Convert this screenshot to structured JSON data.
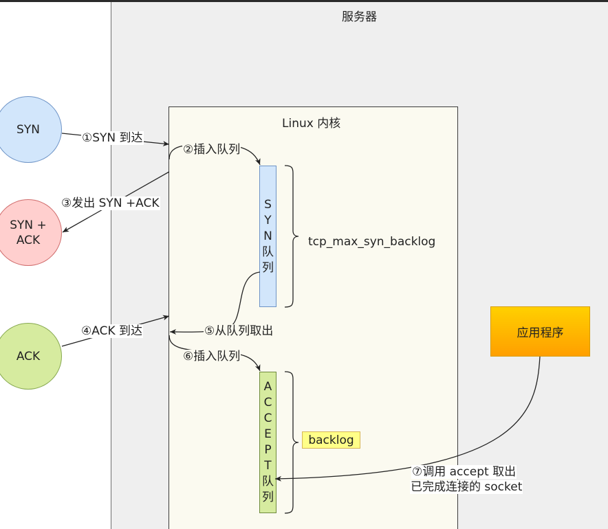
{
  "server": {
    "title": "服务器"
  },
  "kernel": {
    "title": "Linux 内核"
  },
  "nodes": {
    "syn": "SYN",
    "syn_ack": "SYN +\nACK",
    "ack": "ACK"
  },
  "queues": {
    "syn": {
      "chars": [
        "S",
        "Y",
        "N",
        "队",
        "列"
      ]
    },
    "accept": {
      "chars": [
        "A",
        "C",
        "C",
        "E",
        "P",
        "T",
        "队",
        "列"
      ]
    }
  },
  "app": {
    "label": "应用程序"
  },
  "params": {
    "syn_backlog": "tcp_max_syn_backlog",
    "backlog": "backlog"
  },
  "steps": {
    "s1": "①SYN 到达",
    "s2": "②插入队列",
    "s3": "③发出 SYN +ACK",
    "s4": "④ACK 到达",
    "s5": "⑤从队列取出",
    "s6": "⑥插入队列",
    "s7_line1": "⑦调用 accept 取出",
    "s7_line2": "已完成连接的 socket"
  }
}
